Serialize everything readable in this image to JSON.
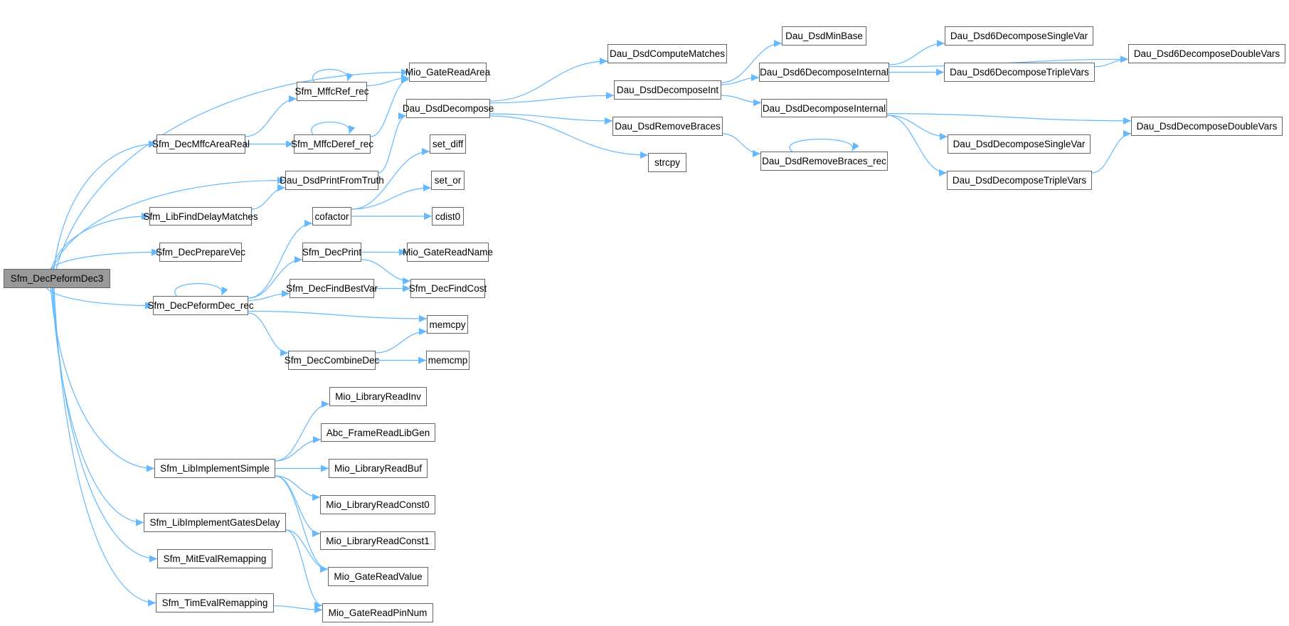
{
  "title": "Sfm_DecPeformDec3 call graph",
  "colors": {
    "edge": "#63b8ff",
    "node_border": "#666666",
    "root_fill": "#999999",
    "node_fill": "#ffffff"
  },
  "root": "Sfm_DecPeformDec3",
  "nodes": [
    {
      "id": "Sfm_DecPeformDec3",
      "label": "Sfm_DecPeformDec3"
    },
    {
      "id": "Mio_GateReadArea",
      "label": "Mio_GateReadArea"
    },
    {
      "id": "Sfm_MffcRef_rec",
      "label": "Sfm_MffcRef_rec"
    },
    {
      "id": "Sfm_DecMffcAreaReal",
      "label": "Sfm_DecMffcAreaReal"
    },
    {
      "id": "Sfm_MffcDeref_rec",
      "label": "Sfm_MffcDeref_rec"
    },
    {
      "id": "Dau_DsdPrintFromTruth",
      "label": "Dau_DsdPrintFromTruth"
    },
    {
      "id": "Sfm_LibFindDelayMatches",
      "label": "Sfm_LibFindDelayMatches"
    },
    {
      "id": "Sfm_DecPrepareVec",
      "label": "Sfm_DecPrepareVec"
    },
    {
      "id": "Sfm_DecPeformDec_rec",
      "label": "Sfm_DecPeformDec_rec"
    },
    {
      "id": "Dau_DsdDecompose",
      "label": "Dau_DsdDecompose"
    },
    {
      "id": "set_diff",
      "label": "set_diff"
    },
    {
      "id": "set_or",
      "label": "set_or"
    },
    {
      "id": "cofactor",
      "label": "cofactor"
    },
    {
      "id": "cdist0",
      "label": "cdist0"
    },
    {
      "id": "Sfm_DecPrint",
      "label": "Sfm_DecPrint"
    },
    {
      "id": "Mio_GateReadName",
      "label": "Mio_GateReadName"
    },
    {
      "id": "Sfm_DecFindBestVar",
      "label": "Sfm_DecFindBestVar"
    },
    {
      "id": "Sfm_DecFindCost",
      "label": "Sfm_DecFindCost"
    },
    {
      "id": "memcpy",
      "label": "memcpy"
    },
    {
      "id": "Sfm_DecCombineDec",
      "label": "Sfm_DecCombineDec"
    },
    {
      "id": "memcmp",
      "label": "memcmp"
    },
    {
      "id": "Dau_DsdComputeMatches",
      "label": "Dau_DsdComputeMatches"
    },
    {
      "id": "Dau_DsdDecomposeInt",
      "label": "Dau_DsdDecomposeInt"
    },
    {
      "id": "Dau_DsdRemoveBraces",
      "label": "Dau_DsdRemoveBraces"
    },
    {
      "id": "strcpy",
      "label": "strcpy"
    },
    {
      "id": "Dau_DsdMinBase",
      "label": "Dau_DsdMinBase"
    },
    {
      "id": "Dau_Dsd6DecomposeInternal",
      "label": "Dau_Dsd6DecomposeInternal"
    },
    {
      "id": "Dau_DsdDecomposeInternal",
      "label": "Dau_DsdDecomposeInternal"
    },
    {
      "id": "Dau_DsdRemoveBraces_rec",
      "label": "Dau_DsdRemoveBraces_rec"
    },
    {
      "id": "Dau_Dsd6DecomposeSingleVar",
      "label": "Dau_Dsd6DecomposeSingleVar"
    },
    {
      "id": "Dau_Dsd6DecomposeTripleVars",
      "label": "Dau_Dsd6DecomposeTripleVars"
    },
    {
      "id": "Dau_Dsd6DecomposeDoubleVars",
      "label": "Dau_Dsd6DecomposeDoubleVars"
    },
    {
      "id": "Dau_DsdDecomposeDoubleVars",
      "label": "Dau_DsdDecomposeDoubleVars"
    },
    {
      "id": "Dau_DsdDecomposeSingleVar",
      "label": "Dau_DsdDecomposeSingleVar"
    },
    {
      "id": "Dau_DsdDecomposeTripleVars",
      "label": "Dau_DsdDecomposeTripleVars"
    },
    {
      "id": "Sfm_LibImplementSimple",
      "label": "Sfm_LibImplementSimple"
    },
    {
      "id": "Sfm_LibImplementGatesDelay",
      "label": "Sfm_LibImplementGatesDelay"
    },
    {
      "id": "Sfm_MitEvalRemapping",
      "label": "Sfm_MitEvalRemapping"
    },
    {
      "id": "Sfm_TimEvalRemapping",
      "label": "Sfm_TimEvalRemapping"
    },
    {
      "id": "Mio_LibraryReadInv",
      "label": "Mio_LibraryReadInv"
    },
    {
      "id": "Abc_FrameReadLibGen",
      "label": "Abc_FrameReadLibGen"
    },
    {
      "id": "Mio_LibraryReadBuf",
      "label": "Mio_LibraryReadBuf"
    },
    {
      "id": "Mio_LibraryReadConst0",
      "label": "Mio_LibraryReadConst0"
    },
    {
      "id": "Mio_LibraryReadConst1",
      "label": "Mio_LibraryReadConst1"
    },
    {
      "id": "Mio_GateReadValue",
      "label": "Mio_GateReadValue"
    },
    {
      "id": "Mio_GateReadPinNum",
      "label": "Mio_GateReadPinNum"
    }
  ],
  "edges": [
    [
      "Sfm_DecPeformDec3",
      "Mio_GateReadArea"
    ],
    [
      "Sfm_DecPeformDec3",
      "Sfm_DecMffcAreaReal"
    ],
    [
      "Sfm_DecPeformDec3",
      "Dau_DsdPrintFromTruth"
    ],
    [
      "Sfm_DecPeformDec3",
      "Sfm_LibFindDelayMatches"
    ],
    [
      "Sfm_DecPeformDec3",
      "Sfm_DecPrepareVec"
    ],
    [
      "Sfm_DecPeformDec3",
      "Sfm_DecPeformDec_rec"
    ],
    [
      "Sfm_DecPeformDec3",
      "Sfm_LibImplementSimple"
    ],
    [
      "Sfm_DecPeformDec3",
      "Sfm_LibImplementGatesDelay"
    ],
    [
      "Sfm_DecPeformDec3",
      "Sfm_MitEvalRemapping"
    ],
    [
      "Sfm_DecPeformDec3",
      "Sfm_TimEvalRemapping"
    ],
    [
      "Sfm_DecMffcAreaReal",
      "Sfm_MffcRef_rec"
    ],
    [
      "Sfm_DecMffcAreaReal",
      "Sfm_MffcDeref_rec"
    ],
    [
      "Sfm_MffcRef_rec",
      "Sfm_MffcRef_rec"
    ],
    [
      "Sfm_MffcRef_rec",
      "Mio_GateReadArea"
    ],
    [
      "Sfm_MffcDeref_rec",
      "Sfm_MffcDeref_rec"
    ],
    [
      "Sfm_MffcDeref_rec",
      "Mio_GateReadArea"
    ],
    [
      "Dau_DsdPrintFromTruth",
      "Dau_DsdDecompose"
    ],
    [
      "Sfm_LibFindDelayMatches",
      "Dau_DsdPrintFromTruth"
    ],
    [
      "Dau_DsdDecompose",
      "Dau_DsdComputeMatches"
    ],
    [
      "Dau_DsdDecompose",
      "Dau_DsdDecomposeInt"
    ],
    [
      "Dau_DsdDecompose",
      "Dau_DsdRemoveBraces"
    ],
    [
      "Dau_DsdDecompose",
      "strcpy"
    ],
    [
      "Dau_DsdDecomposeInt",
      "Dau_DsdMinBase"
    ],
    [
      "Dau_DsdDecomposeInt",
      "Dau_Dsd6DecomposeInternal"
    ],
    [
      "Dau_DsdDecomposeInt",
      "Dau_DsdDecomposeInternal"
    ],
    [
      "Dau_Dsd6DecomposeInternal",
      "Dau_Dsd6DecomposeDoubleVars"
    ],
    [
      "Dau_Dsd6DecomposeInternal",
      "Dau_Dsd6DecomposeSingleVar"
    ],
    [
      "Dau_Dsd6DecomposeInternal",
      "Dau_Dsd6DecomposeTripleVars"
    ],
    [
      "Dau_Dsd6DecomposeTripleVars",
      "Dau_Dsd6DecomposeDoubleVars"
    ],
    [
      "Dau_DsdDecomposeInternal",
      "Dau_DsdDecomposeDoubleVars"
    ],
    [
      "Dau_DsdDecomposeInternal",
      "Dau_DsdDecomposeSingleVar"
    ],
    [
      "Dau_DsdDecomposeInternal",
      "Dau_DsdDecomposeTripleVars"
    ],
    [
      "Dau_DsdDecomposeTripleVars",
      "Dau_DsdDecomposeDoubleVars"
    ],
    [
      "Dau_DsdRemoveBraces",
      "Dau_DsdRemoveBraces_rec"
    ],
    [
      "Dau_DsdRemoveBraces_rec",
      "Dau_DsdRemoveBraces_rec"
    ],
    [
      "Sfm_DecPeformDec_rec",
      "Sfm_DecPeformDec_rec"
    ],
    [
      "Sfm_DecPeformDec_rec",
      "cofactor"
    ],
    [
      "Sfm_DecPeformDec_rec",
      "Sfm_DecPrint"
    ],
    [
      "Sfm_DecPeformDec_rec",
      "Sfm_DecFindBestVar"
    ],
    [
      "Sfm_DecPeformDec_rec",
      "memcpy"
    ],
    [
      "Sfm_DecPeformDec_rec",
      "Sfm_DecCombineDec"
    ],
    [
      "cofactor",
      "set_diff"
    ],
    [
      "cofactor",
      "set_or"
    ],
    [
      "cofactor",
      "cdist0"
    ],
    [
      "Sfm_DecPrint",
      "Mio_GateReadName"
    ],
    [
      "Sfm_DecPrint",
      "Sfm_DecFindCost"
    ],
    [
      "Sfm_DecFindBestVar",
      "Sfm_DecFindCost"
    ],
    [
      "Sfm_DecCombineDec",
      "memcpy"
    ],
    [
      "Sfm_DecCombineDec",
      "memcmp"
    ],
    [
      "Sfm_LibImplementSimple",
      "Mio_LibraryReadInv"
    ],
    [
      "Sfm_LibImplementSimple",
      "Abc_FrameReadLibGen"
    ],
    [
      "Sfm_LibImplementSimple",
      "Mio_LibraryReadBuf"
    ],
    [
      "Sfm_LibImplementSimple",
      "Mio_LibraryReadConst0"
    ],
    [
      "Sfm_LibImplementSimple",
      "Mio_LibraryReadConst1"
    ],
    [
      "Sfm_LibImplementSimple",
      "Mio_GateReadValue"
    ],
    [
      "Sfm_LibImplementGatesDelay",
      "Mio_GateReadValue"
    ],
    [
      "Sfm_LibImplementGatesDelay",
      "Mio_GateReadPinNum"
    ],
    [
      "Sfm_TimEvalRemapping",
      "Mio_GateReadPinNum"
    ]
  ]
}
